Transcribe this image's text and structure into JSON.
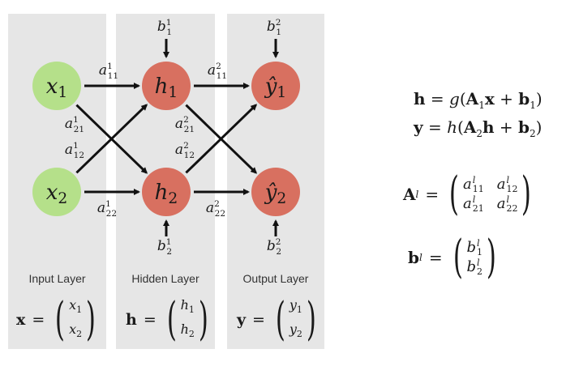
{
  "layers": [
    {
      "label": "Input Layer",
      "vector_lhs": "x",
      "vector_entries": [
        {
          "base": "x",
          "sub": "1"
        },
        {
          "base": "x",
          "sub": "2"
        }
      ]
    },
    {
      "label": "Hidden Layer",
      "vector_lhs": "h",
      "vector_entries": [
        {
          "base": "h",
          "sub": "1"
        },
        {
          "base": "h",
          "sub": "2"
        }
      ]
    },
    {
      "label": "Output Layer",
      "vector_lhs": "y",
      "vector_entries": [
        {
          "base": "y",
          "sub": "1"
        },
        {
          "base": "y",
          "sub": "2"
        }
      ]
    }
  ],
  "nodes": {
    "input": [
      {
        "base": "x",
        "sub": "1"
      },
      {
        "base": "x",
        "sub": "2"
      }
    ],
    "hidden": [
      {
        "base": "h",
        "sub": "1"
      },
      {
        "base": "h",
        "sub": "2"
      }
    ],
    "output": [
      {
        "base": "ŷ",
        "sub": "1"
      },
      {
        "base": "ŷ",
        "sub": "2"
      }
    ]
  },
  "weights_layer1": {
    "a11": {
      "base": "a",
      "sup": "1",
      "sub": "11"
    },
    "a21": {
      "base": "a",
      "sup": "1",
      "sub": "21"
    },
    "a12": {
      "base": "a",
      "sup": "1",
      "sub": "12"
    },
    "a22": {
      "base": "a",
      "sup": "1",
      "sub": "22"
    }
  },
  "weights_layer2": {
    "a11": {
      "base": "a",
      "sup": "2",
      "sub": "11"
    },
    "a21": {
      "base": "a",
      "sup": "2",
      "sub": "21"
    },
    "a12": {
      "base": "a",
      "sup": "2",
      "sub": "12"
    },
    "a22": {
      "base": "a",
      "sup": "2",
      "sub": "22"
    }
  },
  "biases": {
    "hidden": [
      {
        "base": "b",
        "sup": "1",
        "sub": "1"
      },
      {
        "base": "b",
        "sup": "1",
        "sub": "2"
      }
    ],
    "output": [
      {
        "base": "b",
        "sup": "2",
        "sub": "1"
      },
      {
        "base": "b",
        "sup": "2",
        "sub": "2"
      }
    ]
  },
  "equations": {
    "eq1": {
      "lhs": "h",
      "fn": "g",
      "A": "A",
      "A_sub": "1",
      "x": "x",
      "b": "b",
      "b_sub": "1"
    },
    "eq2": {
      "lhs": "y",
      "fn": "h",
      "A": "A",
      "A_sub": "2",
      "x": "h",
      "b": "b",
      "b_sub": "2"
    },
    "A_def": {
      "lhs": "A",
      "lhs_sub": "l",
      "entries": [
        {
          "base": "a",
          "sup": "l",
          "sub": "11"
        },
        {
          "base": "a",
          "sup": "l",
          "sub": "12"
        },
        {
          "base": "a",
          "sup": "l",
          "sub": "21"
        },
        {
          "base": "a",
          "sup": "l",
          "sub": "22"
        }
      ]
    },
    "b_def": {
      "lhs": "b",
      "lhs_sub": "l",
      "entries": [
        {
          "base": "b",
          "sup": "l",
          "sub": "1"
        },
        {
          "base": "b",
          "sup": "l",
          "sub": "2"
        }
      ]
    }
  },
  "colors": {
    "input_node": "#b5e08a",
    "hidden_node": "#d87060",
    "output_node": "#d87060",
    "panel": "#e6e6e6",
    "arrow": "#111111"
  },
  "symbols": {
    "eq": "=",
    "plus": "+",
    "lparen": "(",
    "rparen": ")"
  }
}
